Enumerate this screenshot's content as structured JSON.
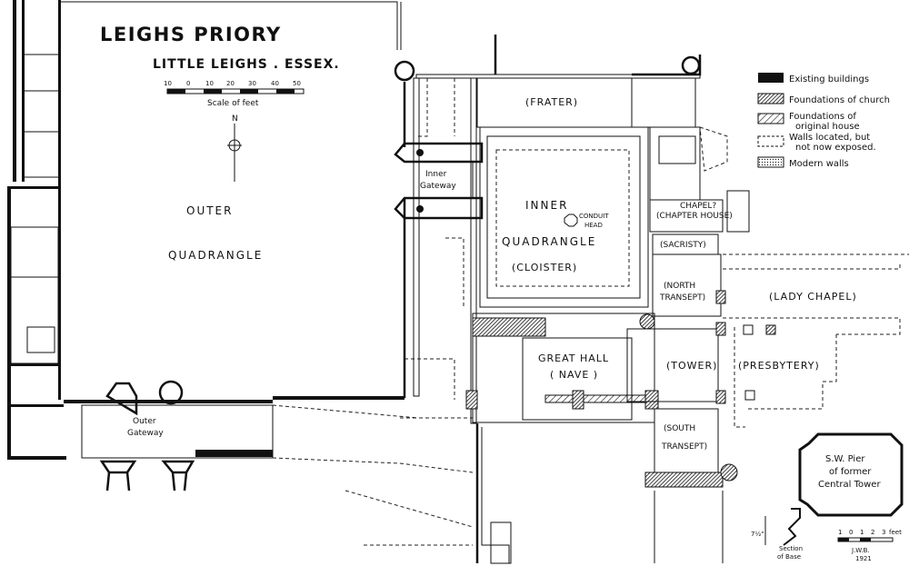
{
  "title": "LEIGHS PRIORY",
  "subtitle": "LITTLE LEIGHS . ESSEX.",
  "scale": {
    "ticks": [
      "10",
      "0",
      "10",
      "20",
      "30",
      "40",
      "50"
    ],
    "label": "Scale of feet"
  },
  "north": "N",
  "legend": {
    "existing": "Existing buildings",
    "church": "Foundations of church",
    "orig1": "Foundations of",
    "orig2": "original house",
    "walls1": "Walls located, but",
    "walls2": "not now exposed.",
    "modern": "Modern walls"
  },
  "rooms": {
    "outer1": "OUTER",
    "outer2": "QUADRANGLE",
    "inner_gateway1": "Inner",
    "inner_gateway2": "Gateway",
    "frater": "(FRATER)",
    "inner1": "INNER",
    "inner2": "QUADRANGLE",
    "cloister": "(CLOISTER)",
    "conduit1": "CONDUIT",
    "conduit2": "HEAD",
    "chapel": "CHAPEL?",
    "chapter": "(CHAPTER HOUSE)",
    "sacristy": "(SACRISTY)",
    "north_transept1": "(NORTH",
    "north_transept2": "TRANSEPT)",
    "lady_chapel": "(LADY CHAPEL)",
    "great_hall1": "GREAT HALL",
    "great_hall2": "( NAVE )",
    "tower": "(TOWER)",
    "presbytery": "(PRESBYTERY)",
    "south_transept1": "(SOUTH",
    "south_transept2": "TRANSEPT)",
    "outer_gateway1": "Outer",
    "outer_gateway2": "Gateway"
  },
  "inset": {
    "line1": "S.W. Pier",
    "line2": "of former",
    "line3": "Central Tower",
    "section1": "Section",
    "section2": "of Base",
    "dim": "7½\"",
    "scale_ticks": [
      "1",
      "0",
      "1",
      "2",
      "3"
    ],
    "scale_unit": "feet",
    "initials": "J.W.B.",
    "year": "1921"
  }
}
